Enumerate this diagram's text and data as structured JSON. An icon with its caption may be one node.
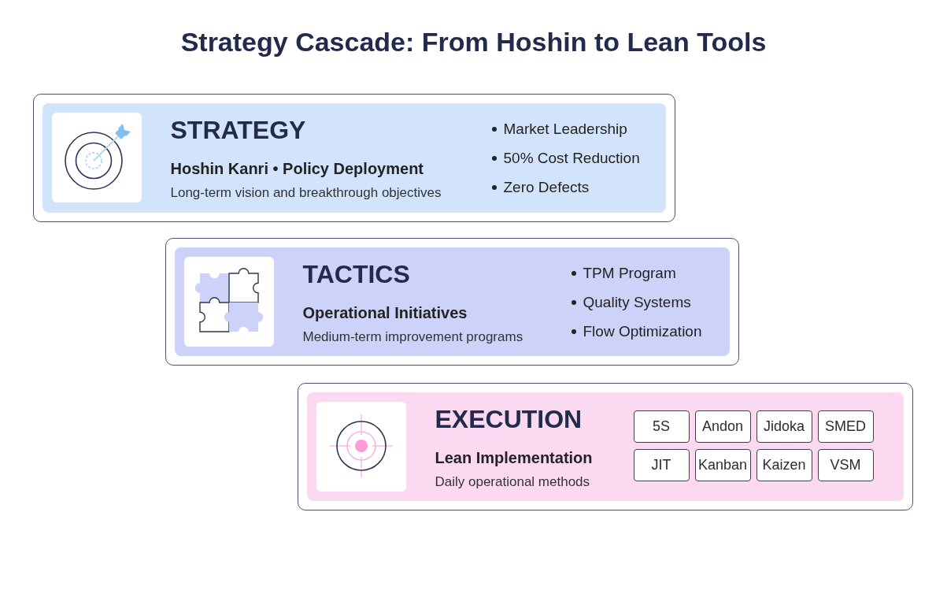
{
  "diagram": {
    "title": "Strategy Cascade: From Hoshin to Lean Tools",
    "nodes": [
      {
        "text": [
          "STRATEGY",
          "Hoshin Kanri • Policy Deployment",
          "Long-term vision and breakthrough objectives",
          "Market Leadership",
          "50% Cost Reduction",
          "Zero Defects"
        ]
      },
      {
        "text": [
          "TACTICS",
          "Operational Initiatives",
          "Medium-term improvement programs",
          "TPM Program",
          "Quality Systems",
          "Flow Optimization"
        ]
      },
      {
        "text": [
          "EXECUTION",
          "Lean Implementation",
          "Daily operational methods"
        ]
      },
      {
        "text": [
          "5S"
        ],
        "in": 2
      },
      {
        "text": [
          "Andon"
        ],
        "in": 2
      },
      {
        "text": [
          "Jidoka"
        ],
        "in": 2
      },
      {
        "text": [
          "SMED"
        ],
        "in": 2
      },
      {
        "text": [
          "JIT"
        ],
        "in": 2
      },
      {
        "text": [
          "Kanban"
        ],
        "in": 2
      },
      {
        "text": [
          "Kaizen"
        ],
        "in": 2
      },
      {
        "text": [
          "VSM"
        ],
        "in": 2
      }
    ]
  }
}
